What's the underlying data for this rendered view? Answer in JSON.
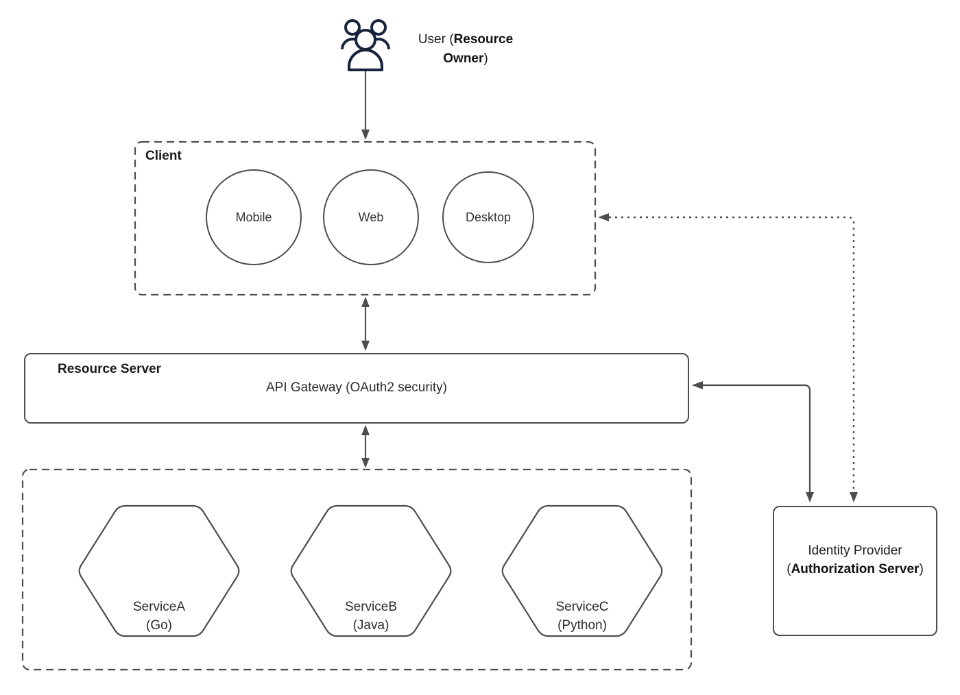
{
  "diagram": {
    "user": {
      "prefix": "User (",
      "bold": "Resource Owner",
      "suffix": ")"
    },
    "client_box": {
      "title": "Client",
      "nodes": [
        {
          "label": "Mobile"
        },
        {
          "label": "Web"
        },
        {
          "label": "Desktop"
        }
      ]
    },
    "resource_server_box": {
      "title": "Resource Server",
      "gateway_label": "API Gateway (OAuth2 security)"
    },
    "services_box": {
      "services": [
        {
          "name": "ServiceA",
          "runtime": "(Go)"
        },
        {
          "name": "ServiceB",
          "runtime": "(Java)"
        },
        {
          "name": "ServiceC",
          "runtime": "(Python)"
        }
      ]
    },
    "identity_provider_box": {
      "prefix": "Identity Provider (",
      "bold": "Authorization Server",
      "suffix": ")"
    },
    "colors": {
      "stroke": "#4d4d4d",
      "icon": "#16233b",
      "text": "#1a1a1a",
      "background": "#ffffff"
    }
  }
}
